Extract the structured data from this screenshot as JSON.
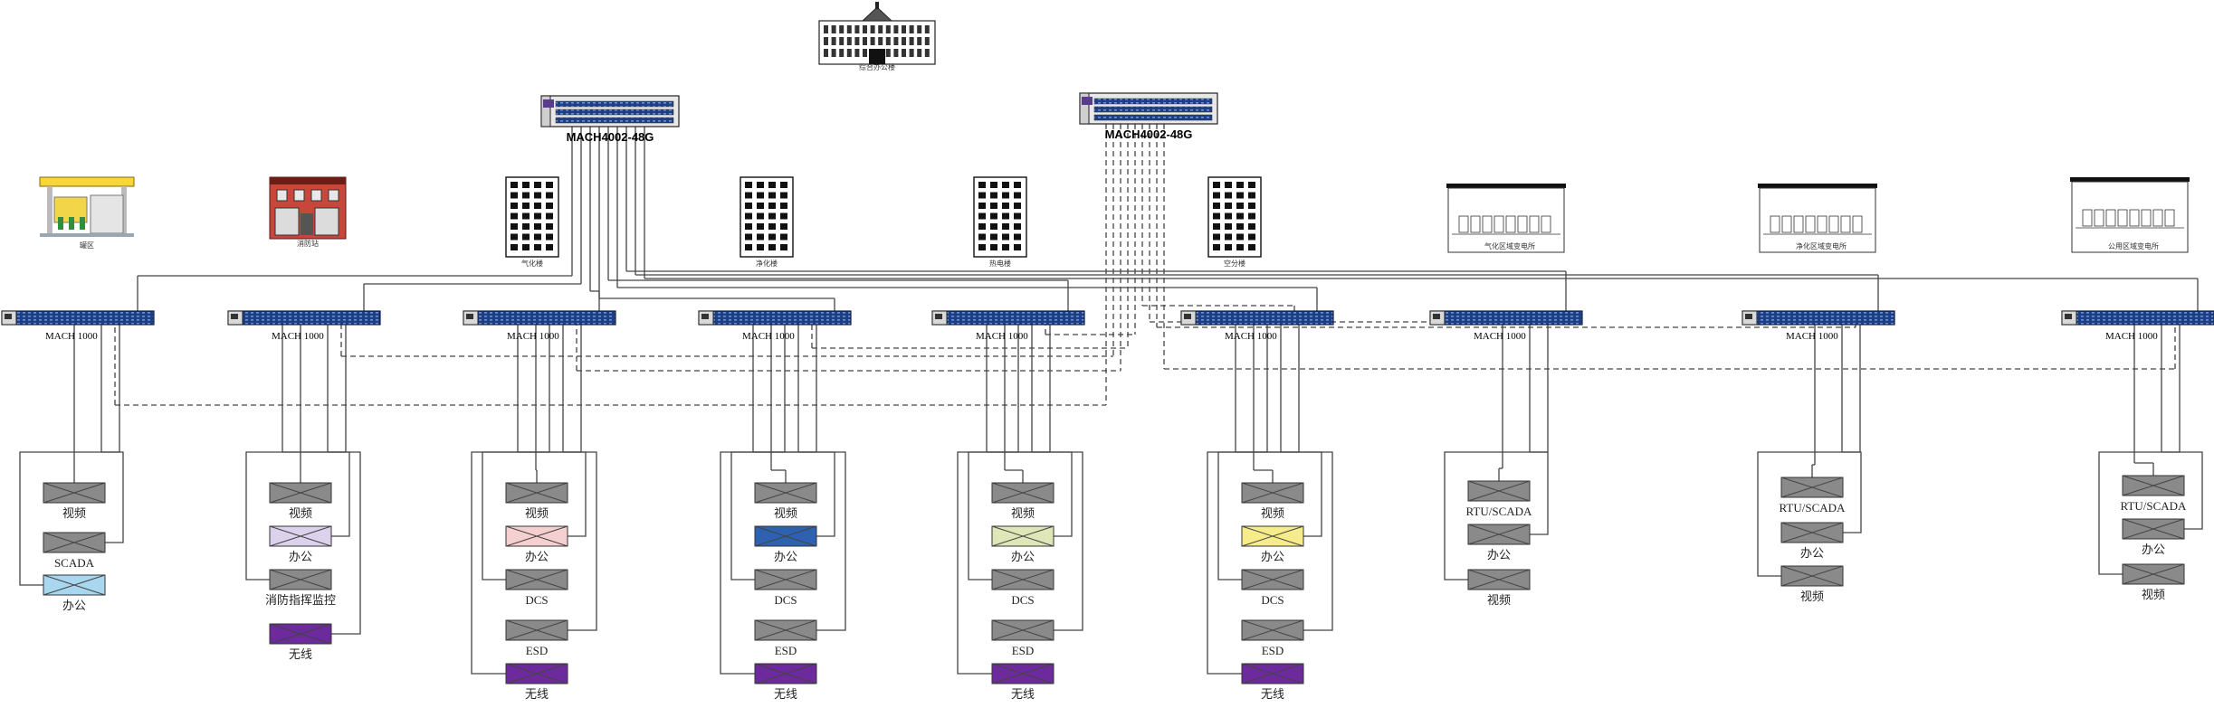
{
  "top_building": {
    "label": "综合办公楼",
    "icon": "office-hall-icon"
  },
  "core_switches": [
    {
      "label": "MACH4002-48G"
    },
    {
      "label": "MACH4002-48G"
    }
  ],
  "buildings": [
    {
      "label": "罐区",
      "icon": "gas-station-icon"
    },
    {
      "label": "消防站",
      "icon": "fire-station-icon"
    },
    {
      "label": "气化楼",
      "icon": "office-building-icon"
    },
    {
      "label": "净化楼",
      "icon": "office-building-icon"
    },
    {
      "label": "热电楼",
      "icon": "office-building-icon"
    },
    {
      "label": "空分楼",
      "icon": "office-building-icon"
    },
    {
      "label": "气化区域变电所",
      "icon": "substation-icon"
    },
    {
      "label": "净化区域变电所",
      "icon": "substation-icon"
    },
    {
      "label": "公用区域变电所",
      "icon": "substation-icon"
    }
  ],
  "access_switch_label": "MACH 1000",
  "columns": [
    {
      "devices": [
        {
          "label": "视频",
          "color": "#8a8a8a"
        },
        {
          "label": "SCADA",
          "color": "#8a8a8a"
        },
        {
          "label": "办公",
          "color": "#a9d7f0"
        }
      ]
    },
    {
      "devices": [
        {
          "label": "视频",
          "color": "#8a8a8a"
        },
        {
          "label": "办公",
          "color": "#dcd2ec"
        },
        {
          "label": "消防指挥监控",
          "color": "#8a8a8a"
        },
        {
          "label": "无线",
          "color": "#6c2a9c"
        }
      ]
    },
    {
      "devices": [
        {
          "label": "视频",
          "color": "#8a8a8a"
        },
        {
          "label": "办公",
          "color": "#f6d0d0"
        },
        {
          "label": "DCS",
          "color": "#8a8a8a"
        },
        {
          "label": "ESD",
          "color": "#8a8a8a"
        },
        {
          "label": "无线",
          "color": "#6c2a9c"
        }
      ]
    },
    {
      "devices": [
        {
          "label": "视频",
          "color": "#8a8a8a"
        },
        {
          "label": "办公",
          "color": "#2e62b0"
        },
        {
          "label": "DCS",
          "color": "#8a8a8a"
        },
        {
          "label": "ESD",
          "color": "#8a8a8a"
        },
        {
          "label": "无线",
          "color": "#6c2a9c"
        }
      ]
    },
    {
      "devices": [
        {
          "label": "视频",
          "color": "#8a8a8a"
        },
        {
          "label": "办公",
          "color": "#dfe6b8"
        },
        {
          "label": "DCS",
          "color": "#8a8a8a"
        },
        {
          "label": "ESD",
          "color": "#8a8a8a"
        },
        {
          "label": "无线",
          "color": "#6c2a9c"
        }
      ]
    },
    {
      "devices": [
        {
          "label": "视频",
          "color": "#8a8a8a"
        },
        {
          "label": "办公",
          "color": "#f7ec8a"
        },
        {
          "label": "DCS",
          "color": "#8a8a8a"
        },
        {
          "label": "ESD",
          "color": "#8a8a8a"
        },
        {
          "label": "无线",
          "color": "#6c2a9c"
        }
      ]
    },
    {
      "devices": [
        {
          "label": "RTU/SCADA",
          "color": "#8a8a8a"
        },
        {
          "label": "办公",
          "color": "#8a8a8a"
        },
        {
          "label": "视频",
          "color": "#8a8a8a"
        }
      ]
    },
    {
      "devices": [
        {
          "label": "RTU/SCADA",
          "color": "#8a8a8a"
        },
        {
          "label": "办公",
          "color": "#8a8a8a"
        },
        {
          "label": "视频",
          "color": "#8a8a8a"
        }
      ]
    },
    {
      "devices": [
        {
          "label": "RTU/SCADA",
          "color": "#8a8a8a"
        },
        {
          "label": "办公",
          "color": "#8a8a8a"
        },
        {
          "label": "视频",
          "color": "#8a8a8a"
        }
      ]
    }
  ]
}
